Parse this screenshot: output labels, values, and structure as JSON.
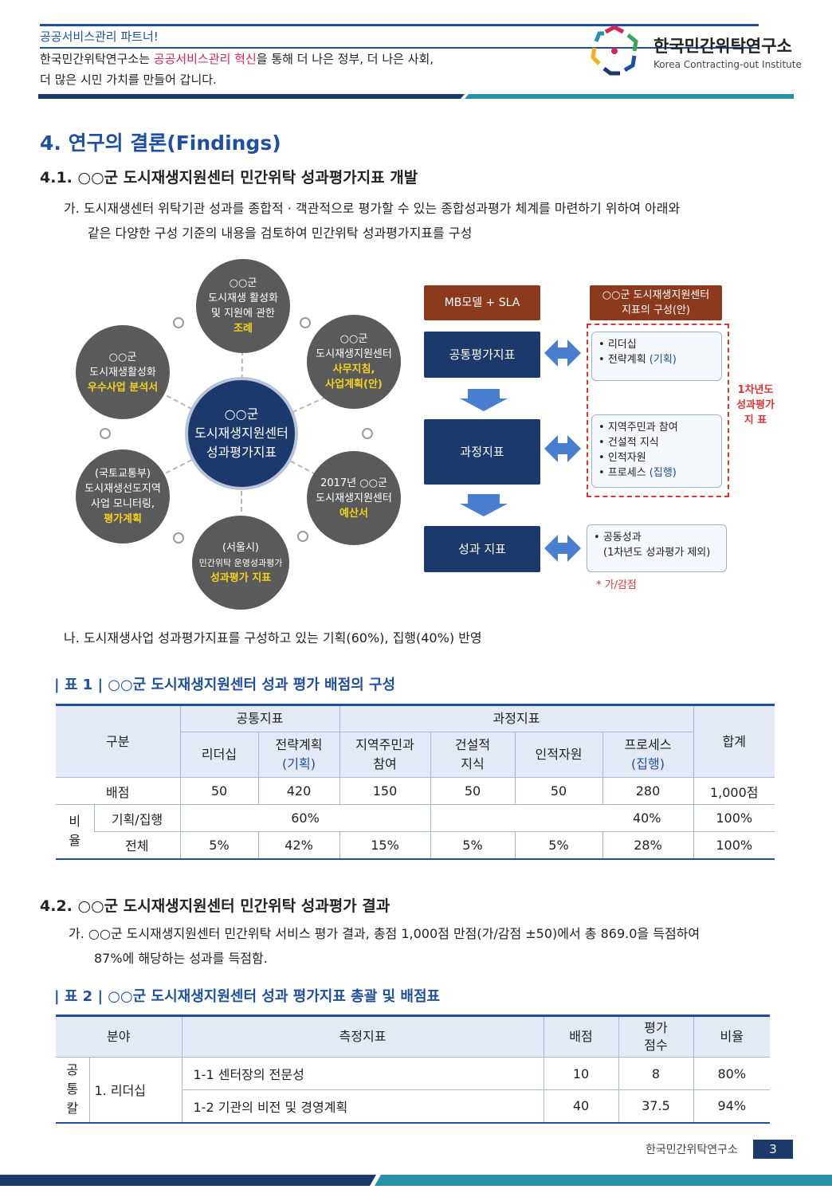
{
  "header": {
    "line1": "공공서비스관리 파트너!",
    "line2_pre": "한국민간위탁연구소는 ",
    "line2_acc": "공공서비스관리 혁신",
    "line2_post": "을 통해 더 나은 정부, 더 나은 사회,",
    "line3": "더 많은 시민 가치를 만들어 갑니다.",
    "logo_ko": "한국민간위탁연구소",
    "logo_en": "Korea Contracting-out Institute"
  },
  "section4": {
    "title": "4. 연구의 결론(Findings)",
    "s41_title": "4.1. ○○군 도시재생지원센터 민간위탁 성과평가지표 개발",
    "s41_ga_1": "가. 도시재생센터 위탁기관 성과를 종합적 · 객관적으로 평가할 수 있는 종합성과평가 체계를 마련하기 위하여 아래와",
    "s41_ga_2": "같은 다양한 구성 기준의 내용을 검토하여 민간위탁 성과평가지표를 구성",
    "s41_na": "나. 도시재생사업 성과평가지표를 구성하고 있는 기획(60%), 집행(40%) 반영",
    "s42_title": "4.2. ○○군 도시재생지원센터 민간위탁 성과평가 결과",
    "s42_ga_1": "가. ○○군 도시재생지원센터 민간위탁 서비스 평가 결과, 총점 1,000점 만점(가/감점 ±50)에서 총 869.0을 득점하여",
    "s42_ga_2": "87%에 해당하는 성과를 득점함."
  },
  "diagram": {
    "center": [
      "○○군",
      "도시재생지원센터",
      "성과평가지표"
    ],
    "top": {
      "lines": [
        "○○군",
        "도시재생 활성화",
        "및 지원에 관한"
      ],
      "highlight": [
        "조례"
      ]
    },
    "topright": {
      "lines": [
        "○○군",
        "도시재생지원센터"
      ],
      "highlight": [
        "사무지침,",
        "사업계획(안)"
      ]
    },
    "right": {
      "lines": [
        "2017년 ○○군",
        "도시재생지원센터"
      ],
      "highlight": [
        "예산서"
      ]
    },
    "bottom": {
      "lines": [
        "(서울시)",
        "민간위탁 운영성과평가"
      ],
      "highlight": [
        "성과평가 지표"
      ]
    },
    "left": {
      "lines": [
        "(국토교통부)",
        "도시재생선도지역",
        "사업 모니터링,"
      ],
      "highlight": [
        "평가계획"
      ]
    },
    "topleft": {
      "lines": [
        "○○군",
        "도시재생활성화"
      ],
      "highlight": [
        "우수사업 분석서"
      ]
    },
    "mb_label": "MB모델 + SLA",
    "comp_label_1": "○○군 도시재생지원센터",
    "comp_label_2": "지표의 구성(안)",
    "common": "공통평가지표",
    "process": "과정지표",
    "outcome": "성과 지표",
    "common_items": [
      {
        "t": "리더십",
        "b": ""
      },
      {
        "t": "전략계획 ",
        "b": "(기획)"
      }
    ],
    "process_items": [
      {
        "t": "지역주민과 참여",
        "b": ""
      },
      {
        "t": "건설적 지식",
        "b": ""
      },
      {
        "t": "인적자원",
        "b": ""
      },
      {
        "t": "프로세스 ",
        "b": "(집행)"
      }
    ],
    "outcome_items": [
      "공동성과",
      "(1차년도 성과평가 제외)"
    ],
    "side_note": [
      "1차년도",
      "성과평가",
      "지  표"
    ],
    "bonus_note": "* 가/감점"
  },
  "table1": {
    "caption": "| 표 1 | ○○군 도시재생지원센터 성과 평가 배점의 구성",
    "h_gubun": "구분",
    "h_common": "공통지표",
    "h_process": "과정지표",
    "h_total": "합계",
    "h_leader": "리더십",
    "h_strategy_1": "전략계획",
    "h_strategy_2": "(기획)",
    "h_resident_1": "지역주민과",
    "h_resident_2": "참여",
    "h_construct_1": "건설적",
    "h_construct_2": "지식",
    "h_hr": "인적자원",
    "h_proc_1": "프로세스",
    "h_proc_2": "(집행)",
    "row_score": [
      "배점",
      "50",
      "420",
      "150",
      "50",
      "50",
      "280",
      "1,000점"
    ],
    "ratio_label_1": "비",
    "ratio_label_2": "율",
    "row_plan": [
      "기획/집행",
      "60%",
      "40%",
      "100%"
    ],
    "row_all": [
      "전체",
      "5%",
      "42%",
      "15%",
      "5%",
      "5%",
      "28%",
      "100%"
    ]
  },
  "table2": {
    "caption": "| 표 2 | ○○군 도시재생지원센터 성과 평가지표 총괄 및 배점표",
    "h_field": "분야",
    "h_metric": "측정지표",
    "h_score": "배점",
    "h_eval_1": "평가",
    "h_eval_2": "점수",
    "h_ratio": "비율",
    "group": [
      "공",
      "통",
      "칼"
    ],
    "sub": "1. 리더십",
    "rows": [
      {
        "metric": "1-1 센터장의 전문성",
        "score": "10",
        "eval": "8",
        "ratio": "80%"
      },
      {
        "metric": "1-2 기관의 비전 및 경영계획",
        "score": "40",
        "eval": "37.5",
        "ratio": "94%"
      }
    ]
  },
  "footer": {
    "org": "한국민간위탁연구소",
    "page": "3"
  },
  "colors": {
    "navy": "#1b3a6b",
    "blue": "#1f4fa0",
    "accent": "#d6245c",
    "teal": "#2a8fa8",
    "red": "#e23333"
  }
}
